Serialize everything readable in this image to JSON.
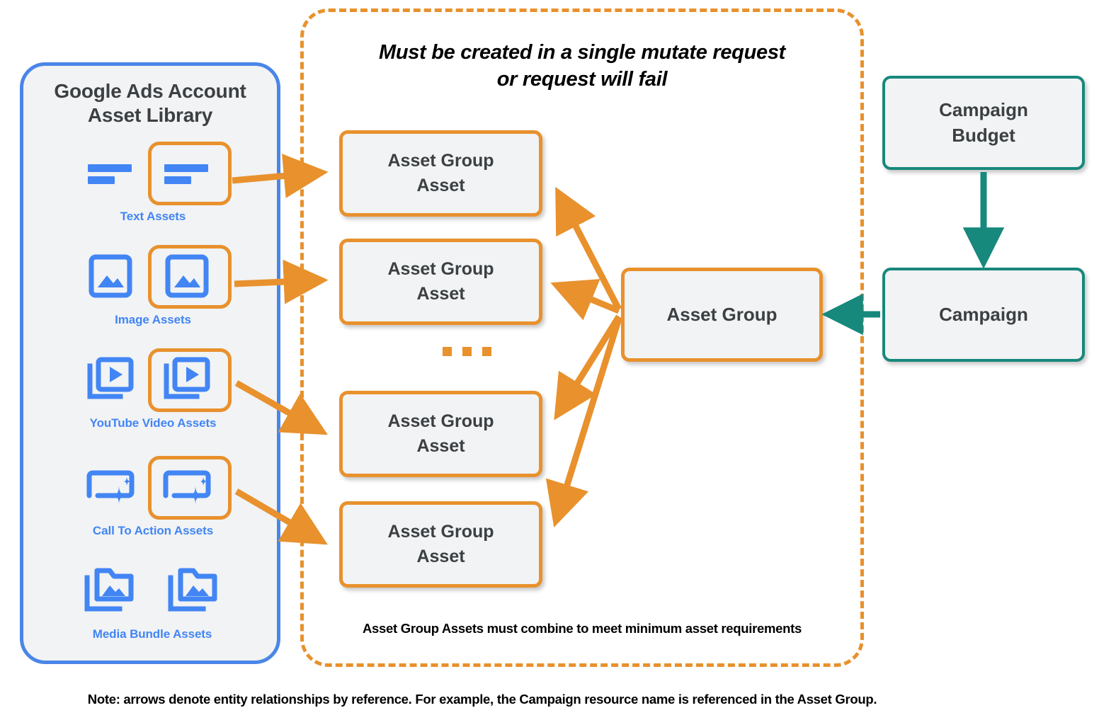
{
  "library": {
    "title_line1": "Google Ads Account",
    "title_line2": "Asset Library",
    "border_color": "#4a86e8",
    "accent_color": "#4285f4",
    "items": [
      {
        "caption": "Text Assets",
        "icon": "text-asset-icon",
        "highlighted": true
      },
      {
        "caption": "Image Assets",
        "icon": "image-asset-icon",
        "highlighted": true
      },
      {
        "caption": "YouTube Video  Assets",
        "icon": "youtube-video-asset-icon",
        "highlighted": true
      },
      {
        "caption": "Call To Action Assets",
        "icon": "call-to-action-asset-icon",
        "highlighted": true
      },
      {
        "caption": "Media Bundle  Assets",
        "icon": "media-bundle-asset-icon",
        "highlighted": false
      }
    ]
  },
  "mutate_container": {
    "title_line1": "Must be created in a single mutate request",
    "title_line2": "or request will fail",
    "footnote": "Asset Group Assets must combine to meet minimum asset requirements",
    "border_color": "#e8912d",
    "border_style": "dashed"
  },
  "nodes": {
    "asset_group_assets": [
      {
        "line1": "Asset Group",
        "line2": "Asset"
      },
      {
        "line1": "Asset Group",
        "line2": "Asset"
      },
      {
        "line1": "Asset Group",
        "line2": "Asset"
      },
      {
        "line1": "Asset Group",
        "line2": "Asset"
      }
    ],
    "ellipsis": "...",
    "asset_group": "Asset Group",
    "campaign_budget_line1": "Campaign",
    "campaign_budget_line2": "Budget",
    "campaign": "Campaign"
  },
  "colors": {
    "orange": "#e8912d",
    "teal": "#17887c",
    "blue": "#4a86e8",
    "node_fill": "#f1f3f4",
    "text_dark": "#3c4043"
  },
  "bottom_note": "Note: arrows denote entity relationships by reference. For example, the Campaign resource name is referenced in the Asset Group."
}
